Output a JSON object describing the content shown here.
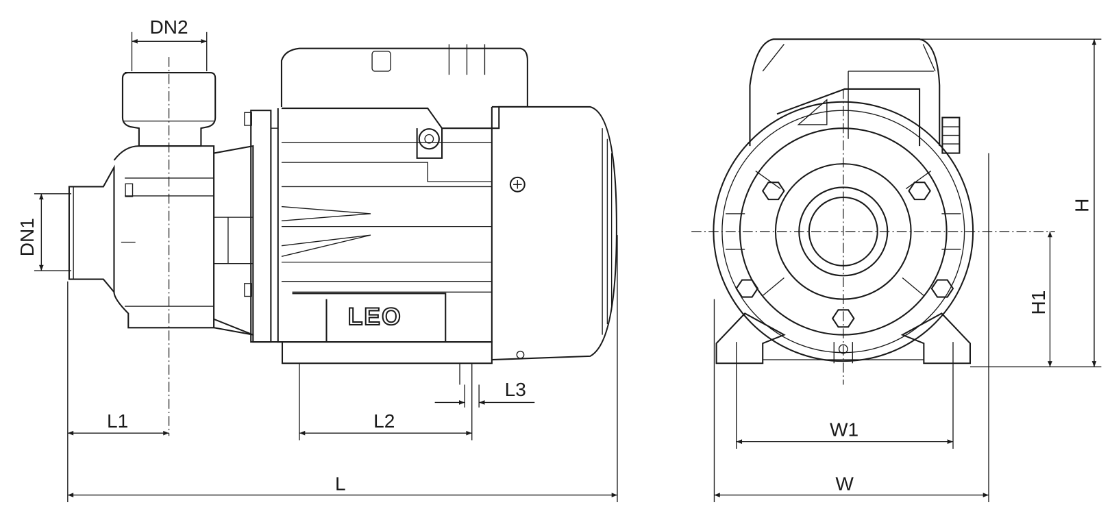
{
  "drawing": {
    "side_view": {
      "brand_logo": "LEO",
      "dimensions": {
        "discharge_diameter": "DN2",
        "suction_diameter": "DN1",
        "inlet_to_outlet_axis": "L1",
        "foot_hole_spacing": "L2",
        "foot_hole_width": "L3",
        "overall_length": "L"
      }
    },
    "front_view": {
      "dimensions": {
        "foot_hole_spacing_width": "W1",
        "overall_width": "W",
        "overall_height": "H",
        "axis_height": "H1"
      }
    }
  }
}
